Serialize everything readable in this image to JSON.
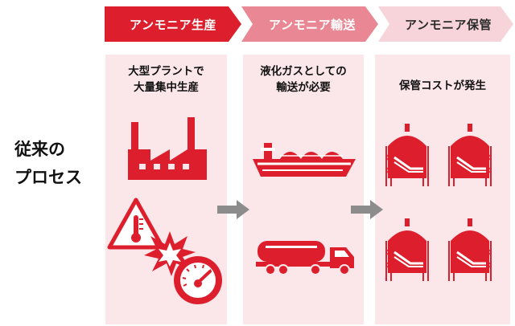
{
  "side_label": {
    "line1": "従来の",
    "line2": "プロセス"
  },
  "stages": [
    {
      "title": "アンモニア生産",
      "desc_line1": "大型プラントで",
      "desc_line2": "大量集中生産"
    },
    {
      "title": "アンモニア輸送",
      "desc_line1": "液化ガスとしての",
      "desc_line2": "輸送が必要"
    },
    {
      "title": "アンモニア保管",
      "desc_line1": "保管コストが発生"
    }
  ],
  "colors": {
    "accent_red": "#dd1f2d",
    "mid_pink": "#e98894",
    "light_pink": "#f7d4d9",
    "panel_bg": "#fbe6ea",
    "arrow_gray": "#8c8c8c"
  }
}
